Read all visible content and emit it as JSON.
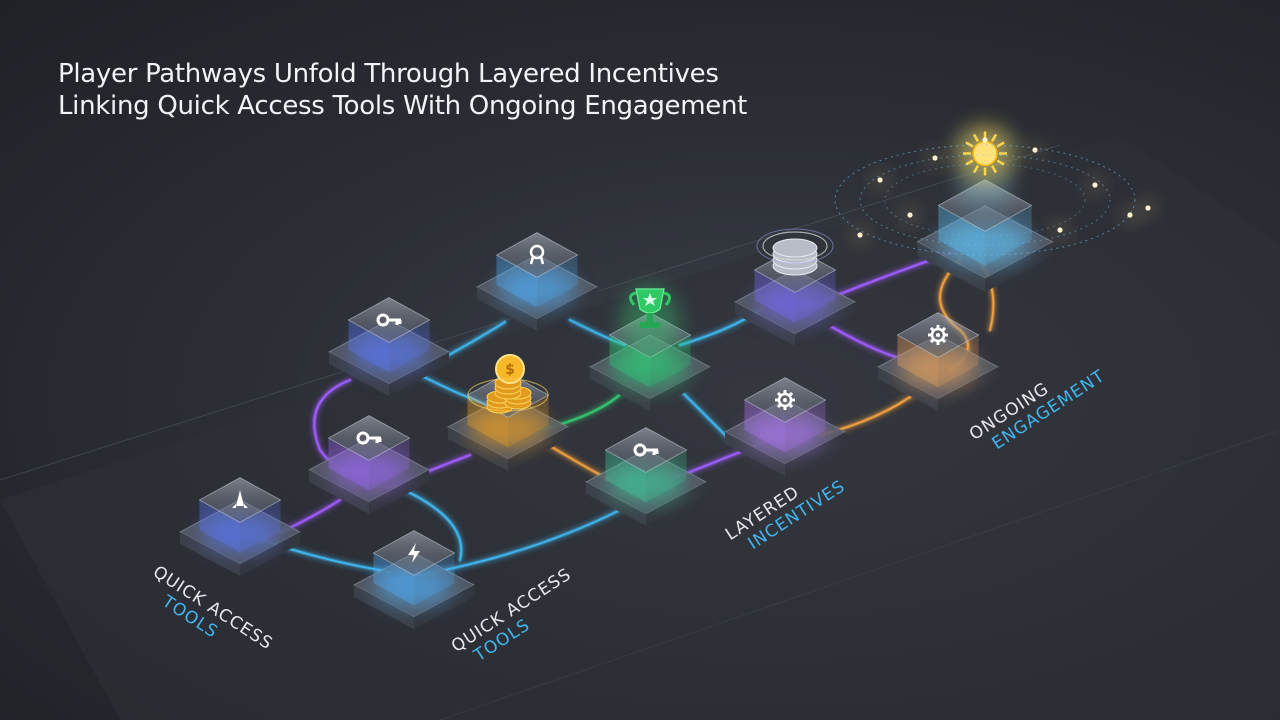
{
  "title": {
    "line1": "Player Pathways Unfold Through Layered Incentives",
    "line2": "Linking Quick Access Tools With Ongoing Engagement"
  },
  "labels": [
    {
      "line1": "QUICK ACCESS",
      "line2": "TOOLS"
    },
    {
      "line1": "QUICK ACCESS",
      "line2": "TOOLS"
    },
    {
      "line1": "LAYERED",
      "line2": "INCENTIVES"
    },
    {
      "line1": "ONGOING",
      "line2": "ENGAGEMENT"
    }
  ],
  "nodes": [
    {
      "icon": "rocket-icon",
      "color": "#5b7cff"
    },
    {
      "icon": "lightning-icon",
      "color": "#4fb3ff"
    },
    {
      "icon": "key-icon",
      "color": "#a06bff"
    },
    {
      "icon": "key-icon",
      "color": "#5b7cff"
    },
    {
      "icon": "coins-icon",
      "color": "#f5a623"
    },
    {
      "icon": "rosette-icon",
      "color": "#4fb3ff"
    },
    {
      "icon": "trophy-icon",
      "color": "#2fd07a"
    },
    {
      "icon": "key-icon",
      "color": "#3fd0a0"
    },
    {
      "icon": "gear-badge-icon",
      "color": "#b57bff"
    },
    {
      "icon": "coin-stack-icon",
      "color": "#7b6cff"
    },
    {
      "icon": "gear-badge-icon",
      "color": "#f0a860"
    },
    {
      "icon": "sun-icon",
      "color": "#5ec8ff"
    }
  ],
  "colors": {
    "blue": "#3fb6ee",
    "purple": "#a05cff",
    "orange": "#f0a040",
    "green": "#35c870",
    "gold": "#ffcc33"
  }
}
